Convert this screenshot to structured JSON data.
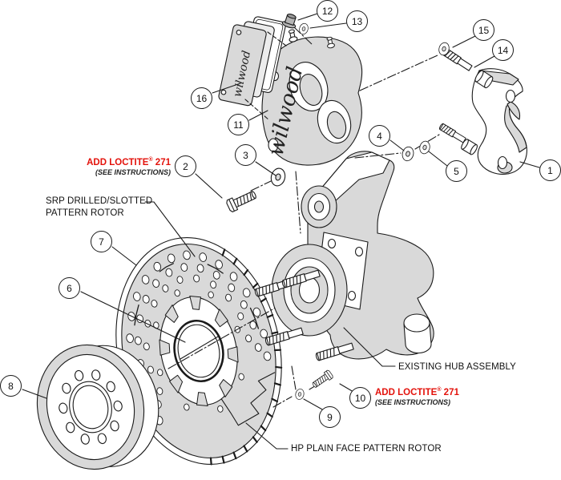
{
  "diagram": {
    "background": "#ffffff",
    "line_color": "#1a1a1a",
    "part_fill": "#d9d9d9",
    "accent_red": "#e3120b",
    "logo_text": "wilwood",
    "callouts": [
      {
        "number": "1"
      },
      {
        "number": "2"
      },
      {
        "number": "3"
      },
      {
        "number": "4"
      },
      {
        "number": "5"
      },
      {
        "number": "6"
      },
      {
        "number": "7"
      },
      {
        "number": "8"
      },
      {
        "number": "9"
      },
      {
        "number": "10"
      },
      {
        "number": "11"
      },
      {
        "number": "12"
      },
      {
        "number": "13"
      },
      {
        "number": "14"
      },
      {
        "number": "15"
      },
      {
        "number": "16"
      }
    ],
    "notes": {
      "loctite_upper": {
        "brand": "ADD LOCTITE",
        "sup": "®",
        "num": " 271",
        "sub": "(SEE INSTRUCTIONS)"
      },
      "loctite_lower": {
        "brand": "ADD LOCTITE",
        "sup": "®",
        "num": " 271",
        "sub": "(SEE INSTRUCTIONS)"
      }
    },
    "labels": {
      "srp_rotor_line1": "SRP DRILLED/SLOTTED",
      "srp_rotor_line2": "PATTERN ROTOR",
      "existing_hub": "EXISTING HUB ASSEMBLY",
      "hp_rotor": "HP PLAIN FACE PATTERN ROTOR"
    }
  }
}
